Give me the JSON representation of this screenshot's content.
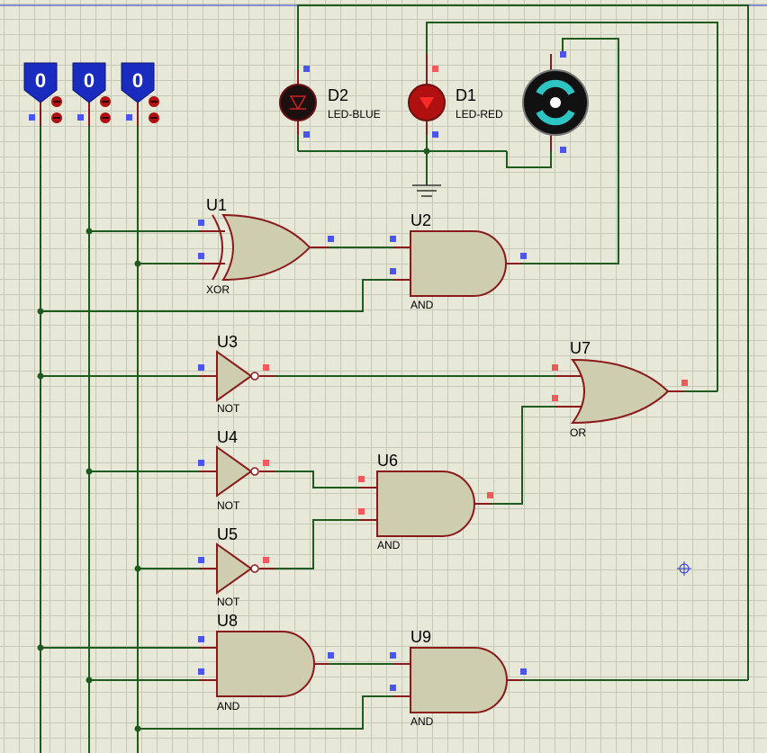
{
  "toggles": [
    {
      "state": "0"
    },
    {
      "state": "0"
    },
    {
      "state": "0"
    }
  ],
  "components": {
    "d2": {
      "ref": "D2",
      "type": "LED-BLUE"
    },
    "d1": {
      "ref": "D1",
      "type": "LED-RED"
    },
    "u1": {
      "ref": "U1",
      "type": "XOR"
    },
    "u2": {
      "ref": "U2",
      "type": "AND"
    },
    "u3": {
      "ref": "U3",
      "type": "NOT"
    },
    "u4": {
      "ref": "U4",
      "type": "NOT"
    },
    "u5": {
      "ref": "U5",
      "type": "NOT"
    },
    "u6": {
      "ref": "U6",
      "type": "AND"
    },
    "u7": {
      "ref": "U7",
      "type": "OR"
    },
    "u8": {
      "ref": "U8",
      "type": "AND"
    },
    "u9": {
      "ref": "U9",
      "type": "AND"
    }
  },
  "colors": {
    "wire": "#1f5a1f",
    "gate_body": "#cfcdb0",
    "gate_outline": "#8a1a1a",
    "pin_low": "#4a56f0",
    "pin_high": "#f05a5a",
    "toggle": "#1a2bbf",
    "led_red": "#b01010",
    "motor_ring": "#2ec4c4"
  }
}
